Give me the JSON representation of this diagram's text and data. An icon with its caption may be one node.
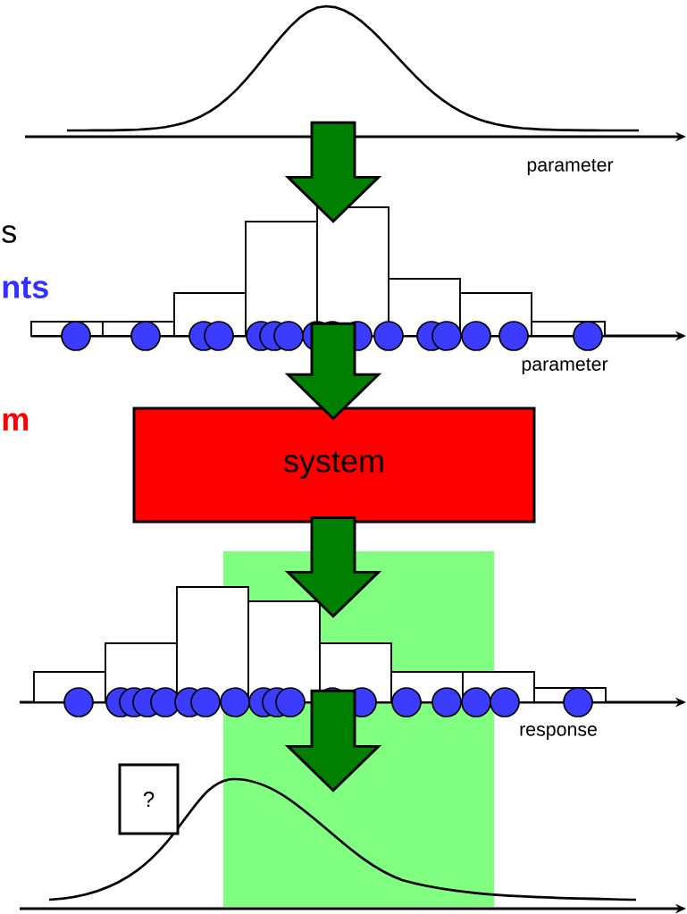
{
  "diagram": {
    "nodes": [
      {
        "text": [],
        "shape": "curve"
      },
      {
        "text": [],
        "shape": "bar"
      },
      {
        "text": [
          "system"
        ]
      },
      {
        "text": [],
        "shape": "bar"
      },
      {
        "text": [],
        "shape": "curve"
      },
      {
        "text": [
          "?"
        ]
      }
    ],
    "edges": [
      {
        "from": 0,
        "to": 1,
        "arrow": "to",
        "style": "thick",
        "color": "#008000"
      },
      {
        "from": 1,
        "to": 2,
        "arrow": "to",
        "style": "thick",
        "color": "#008000"
      },
      {
        "from": 2,
        "to": 3,
        "arrow": "to",
        "style": "thick",
        "color": "#008000"
      },
      {
        "from": 3,
        "to": 4,
        "arrow": "to",
        "style": "thick",
        "color": "#008000"
      }
    ],
    "labels": [
      "s",
      "nts",
      "m",
      "parameter",
      "parameter",
      "response"
    ]
  }
}
